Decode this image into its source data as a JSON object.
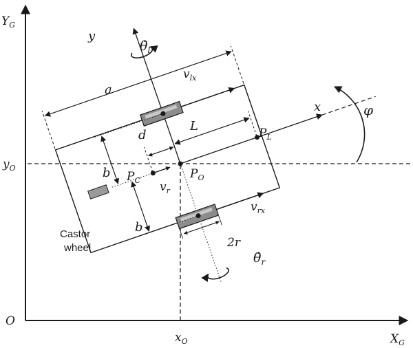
{
  "axes": {
    "y_global": "Y",
    "y_global_sub": "G",
    "x_global": "X",
    "x_global_sub": "G",
    "origin": "O",
    "y_o": "y",
    "y_o_sub": "O",
    "x_o": "x",
    "x_o_sub": "O"
  },
  "robot_axes": {
    "x": "x",
    "y": "y",
    "angle": "φ"
  },
  "wheels": {
    "theta_l": "θ̇",
    "theta_l_sub": "l",
    "theta_r": "θ̇",
    "theta_r_sub": "r",
    "v_lx": "v",
    "v_lx_sub": "lx",
    "v_rx": "v",
    "v_rx_sub": "rx",
    "radius": "2r"
  },
  "points": {
    "po": "P",
    "po_sub": "O",
    "pc": "P",
    "pc_sub": "C",
    "pl": "P",
    "pl_sub": "L"
  },
  "dimensions": {
    "a": "a",
    "b_upper": "b",
    "b_lower": "b",
    "d": "d",
    "L": "L",
    "vr": "v",
    "vr_sub": "r"
  },
  "castor": {
    "line1": "Castor",
    "line2": "wheel"
  },
  "colors": {
    "ink": "#1a1a1a",
    "wheel_fill": "#8c8c8c",
    "castor_fill": "#9a9a9a"
  }
}
